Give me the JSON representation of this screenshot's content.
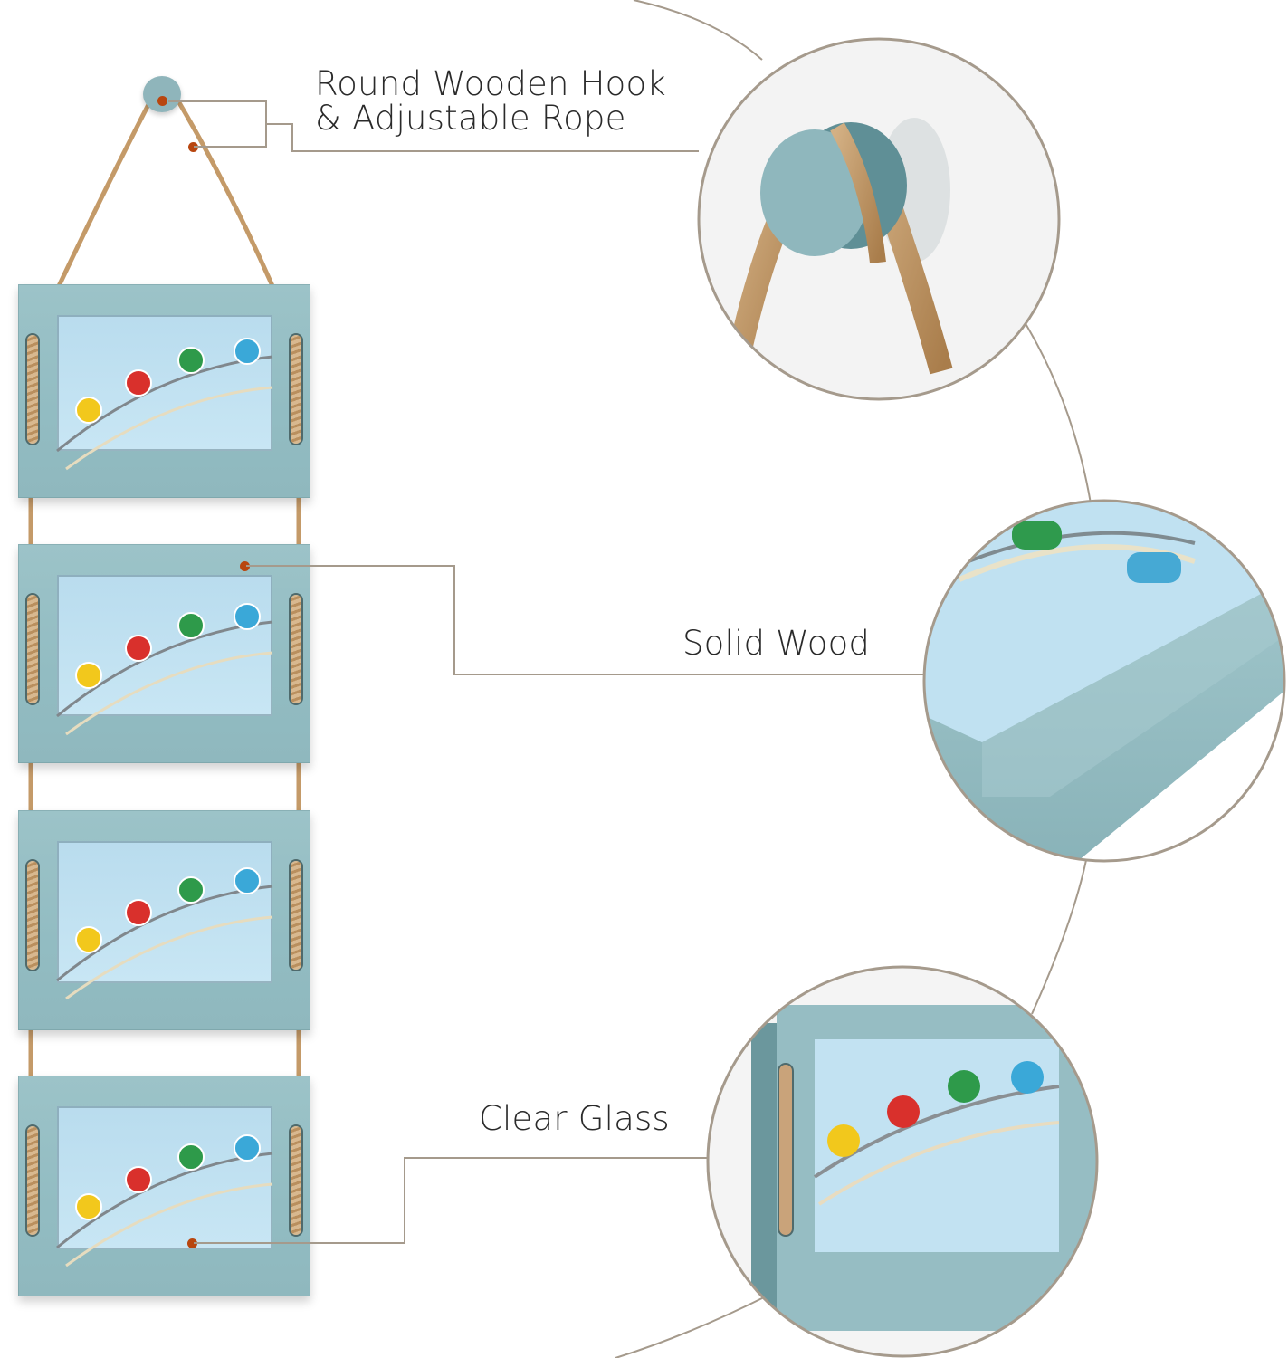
{
  "product": "Hanging rope picture frame set (4 frames)",
  "features": [
    {
      "id": "hook",
      "label_line1": "Round Wooden Hook",
      "label_line2": "& Adjustable Rope"
    },
    {
      "id": "wood",
      "label_line1": "Solid Wood"
    },
    {
      "id": "glass",
      "label_line1": "Clear Glass"
    }
  ],
  "frames": [
    {
      "index": 1,
      "photo": "ferris-wheel"
    },
    {
      "index": 2,
      "photo": "ferris-wheel"
    },
    {
      "index": 3,
      "photo": "ferris-wheel"
    },
    {
      "index": 4,
      "photo": "ferris-wheel"
    }
  ],
  "gondola_colors": [
    "#f2c81c",
    "#d9302c",
    "#2e9a4a",
    "#3aa8d8"
  ],
  "colors": {
    "frame": "#94bcc2",
    "frame_dark": "#6f9aa0",
    "sky": "#c0e1f1",
    "rope": "#c49a68",
    "callout_line": "#a59a8c",
    "marker_dot": "#b8460f",
    "text": "#2a2a2a"
  }
}
